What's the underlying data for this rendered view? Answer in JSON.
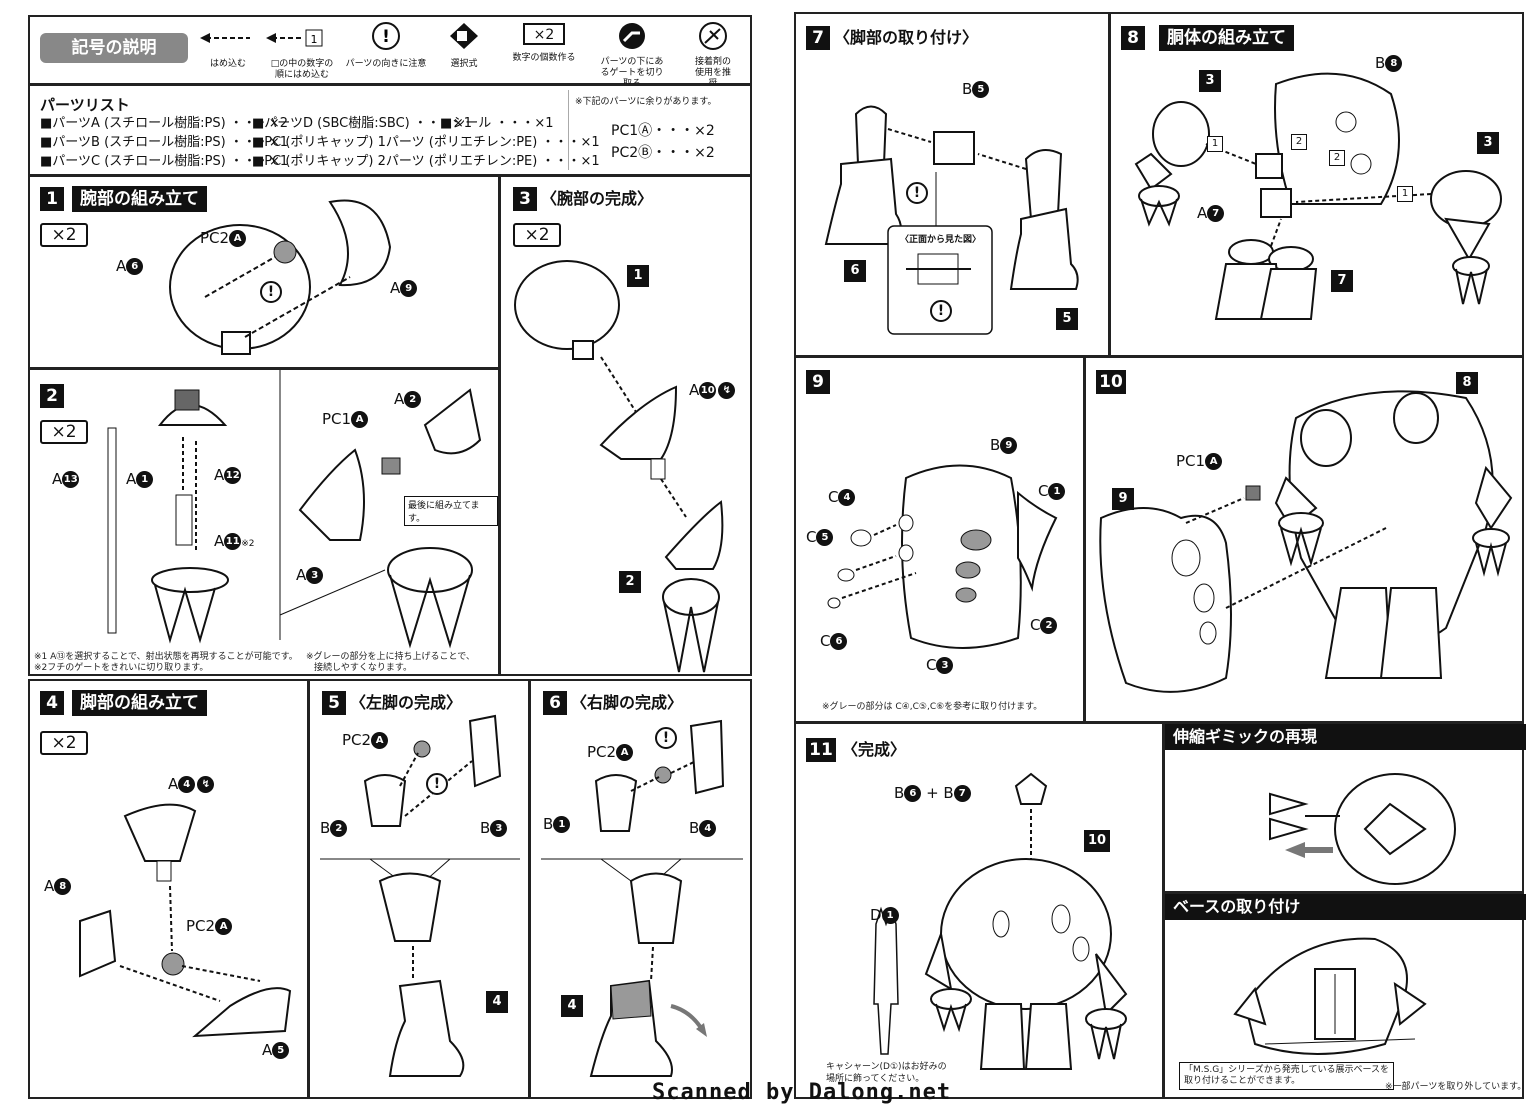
{
  "legend": {
    "title": "記号の説明",
    "items": [
      {
        "icon": "arrow-insert-icon",
        "text": "はめ込む"
      },
      {
        "icon": "arrow-order-icon",
        "text": "□の中の数字の順にはめ込む",
        "badge": "1"
      },
      {
        "icon": "caution-icon",
        "text": "パーツの向きに注意",
        "symbol": "!"
      },
      {
        "icon": "selection-icon",
        "text": "選択式"
      },
      {
        "icon": "count-icon",
        "text": "数字の個数作る",
        "symbol": "×2"
      },
      {
        "icon": "gate-cut-icon",
        "text": "パーツの下にあるゲートを切り取る"
      },
      {
        "icon": "glue-icon",
        "text": "接着剤の使用を推奨"
      }
    ]
  },
  "parts_list": {
    "title": "パーツリスト",
    "rows": [
      "■パーツA (スチロール樹脂:PS) ・・・×2",
      "■パーツB (スチロール樹脂:PS) ・・・×1",
      "■パーツC (スチロール樹脂:PS) ・・・×1"
    ],
    "rows2": [
      "■パーツD (SBC樹脂:SBC) ・・・×1",
      "■PC (ポリキャップ) 1パーツ (ポリエチレン:PE) ・・・×1",
      "■PC (ポリキャップ) 2パーツ (ポリエチレン:PE) ・・・×1"
    ],
    "seal": "■シール ・・・×1",
    "spare_note": "※下記のパーツに余りがあります。",
    "spare1": "PC1Ⓐ・・・×2",
    "spare2": "PC2Ⓑ・・・×2"
  },
  "steps": {
    "s1": {
      "num": "1",
      "title": "腕部の組み立て",
      "count": "×2",
      "labels": [
        "PC2",
        "A",
        "6",
        "9"
      ]
    },
    "s2": {
      "num": "2",
      "count": "×2",
      "note1": "※1 A⑬を選択することで、射出状態を再現することが可能です。",
      "note2": "※2フチのゲートをきれいに切り取ります。",
      "note3": "※グレーの部分を上に持ち上げることで、",
      "note4": "接続しやすくなります。",
      "callout": "最後に組み立てます。"
    },
    "s3": {
      "num": "3",
      "title": "〈腕部の完成〉",
      "count": "×2"
    },
    "s4": {
      "num": "4",
      "title": "脚部の組み立て",
      "count": "×2"
    },
    "s5": {
      "num": "5",
      "title": "〈左脚の完成〉"
    },
    "s6": {
      "num": "6",
      "title": "〈右脚の完成〉"
    },
    "s7": {
      "num": "7",
      "title": "〈脚部の取り付け〉",
      "front_view": "〈正面から見た図〉"
    },
    "s8": {
      "num": "8",
      "title": "胴体の組み立て"
    },
    "s9": {
      "num": "9",
      "note": "※グレーの部分は C④,C⑤,C⑥を参考に取り付けます。"
    },
    "s10": {
      "num": "10"
    },
    "s11": {
      "num": "11",
      "title": "〈完成〉",
      "char_note1": "キャシャーン(D①)はお好みの",
      "char_note2": "場所に飾ってください。"
    }
  },
  "gimmick": {
    "title": "伸縮ギミックの再現"
  },
  "base": {
    "title": "ベースの取り付け",
    "note1": "「M.S.G」シリーズから発売している展示ベースを",
    "note2": "取り付けることができます。",
    "note3": "※一部パーツを取り外しています。"
  },
  "credit": "Scanned by Dalong.net"
}
